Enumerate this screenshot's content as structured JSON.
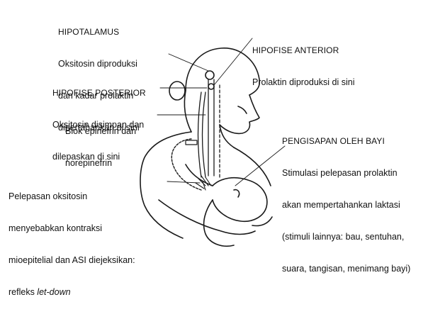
{
  "labels": {
    "hipotalamus": {
      "heading": "HIPOTALAMUS",
      "lines": [
        "Oksitosin diproduksi",
        "dan kadar prolaktin",
        "dipertahankan di sini"
      ]
    },
    "hipofise_anterior": {
      "heading": "HIPOFISE ANTERIOR",
      "lines": [
        "Prolaktin diproduksi di sini"
      ]
    },
    "hipofise_posterior": {
      "heading": "HIPOFISE POSTERIOR",
      "lines": [
        "Oksitosin disimpan dan",
        "dilepaskan di sini"
      ]
    },
    "blok": {
      "lines": [
        "Blok epinefrin dan",
        "norepinefrin"
      ]
    },
    "pengisapan": {
      "heading": "PENGISAPAN OLEH BAYI",
      "lines": [
        "Stimulasi pelepasan prolaktin",
        "akan mempertahankan laktasi",
        "(stimuli lainnya: bau, sentuhan,",
        "suara, tangisan, menimang bayi)"
      ]
    },
    "pelepasan": {
      "lines": [
        "Pelepasan oksitosin",
        "menyebabkan kontraksi",
        "mioepitelial dan ASI diejeksikan:"
      ],
      "last_prefix": "refleks ",
      "last_italic": "let-down"
    }
  }
}
